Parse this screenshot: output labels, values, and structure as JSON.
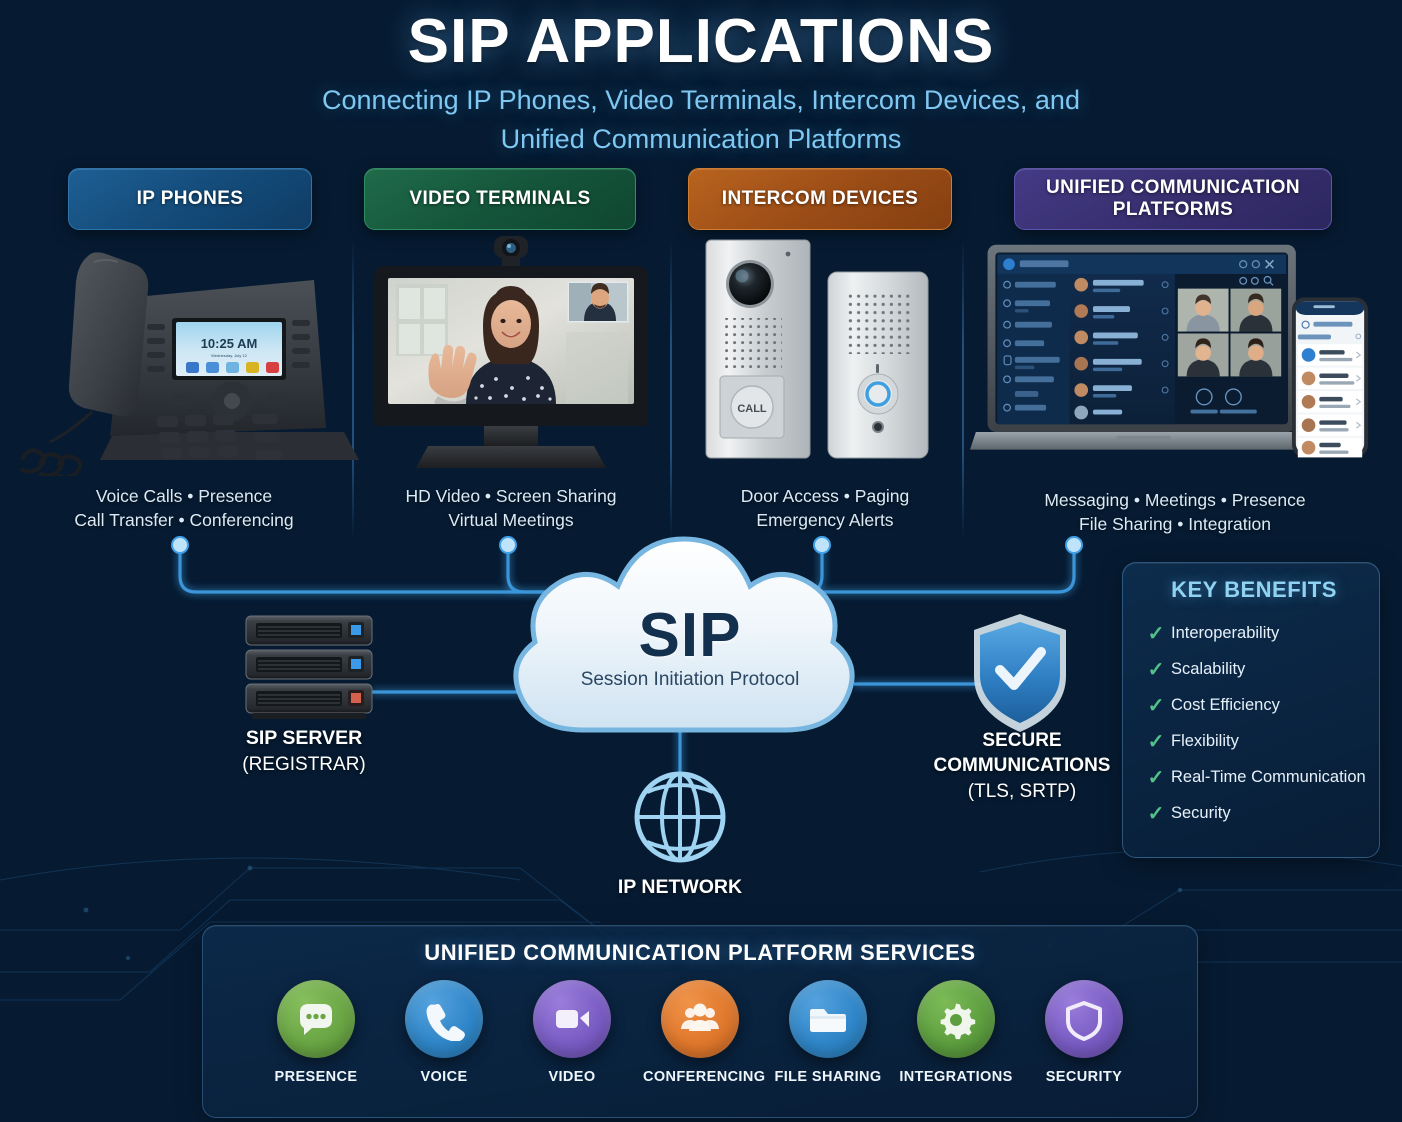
{
  "header": {
    "title": "SIP APPLICATIONS",
    "subtitle_line1": "Connecting IP Phones, Video Terminals, Intercom Devices, and",
    "subtitle_line2": "Unified Communication Platforms"
  },
  "categories": [
    {
      "chip_label": "IP PHONES",
      "chip_color": "#134a78",
      "caption_line1": "Voice Calls • Presence",
      "caption_line2": "Call Transfer • Conferencing",
      "device_screen_text": "10:25 AM"
    },
    {
      "chip_label": "VIDEO TERMINALS",
      "chip_color": "#14543a",
      "caption_line1": "HD Video • Screen Sharing",
      "caption_line2": "Virtual Meetings",
      "device_screen_text": ""
    },
    {
      "chip_label": "INTERCOM DEVICES",
      "chip_color": "#9a4c16",
      "caption_line1": "Door Access • Paging",
      "caption_line2": "Emergency Alerts",
      "device_screen_text": "CALL"
    },
    {
      "chip_label": "UNIFIED COMMUNICATION PLATFORMS",
      "chip_color": "#362e6d",
      "caption_line1": "Messaging • Meetings • Presence",
      "caption_line2": "File Sharing • Integration",
      "device_screen_text": ""
    }
  ],
  "cloud": {
    "title": "SIP",
    "subtitle": "Session Initiation Protocol",
    "title_color": "#14304f"
  },
  "nodes": {
    "server": {
      "line1": "SIP SERVER",
      "line2": "(REGISTRAR)"
    },
    "secure": {
      "line1": "SECURE",
      "line2": "COMMUNICATIONS",
      "line3": "(TLS, SRTP)"
    },
    "network": {
      "label": "IP NETWORK"
    }
  },
  "benefits": {
    "title": "KEY BENEFITS",
    "check_color": "#55c08a",
    "items": [
      "Interoperability",
      "Scalability",
      "Cost Efficiency",
      "Flexibility",
      "Real-Time Communication",
      "Security"
    ]
  },
  "services": {
    "title": "UNIFIED COMMUNICATION PLATFORM SERVICES",
    "items": [
      {
        "label": "PRESENCE",
        "icon": "chat-bubble-icon",
        "color": "#6aa644"
      },
      {
        "label": "VOICE",
        "icon": "phone-icon",
        "color": "#2f86c8"
      },
      {
        "label": "VIDEO",
        "icon": "video-camera-icon",
        "color": "#7a5cc4"
      },
      {
        "label": "CONFERENCING",
        "icon": "people-group-icon",
        "color": "#e0782c"
      },
      {
        "label": "FILE SHARING",
        "icon": "folder-icon",
        "color": "#2f86c8"
      },
      {
        "label": "INTEGRATIONS",
        "icon": "gear-icon",
        "color": "#5d9e3f"
      },
      {
        "label": "SECURITY",
        "icon": "shield-icon",
        "color": "#7a5cc4"
      }
    ]
  }
}
